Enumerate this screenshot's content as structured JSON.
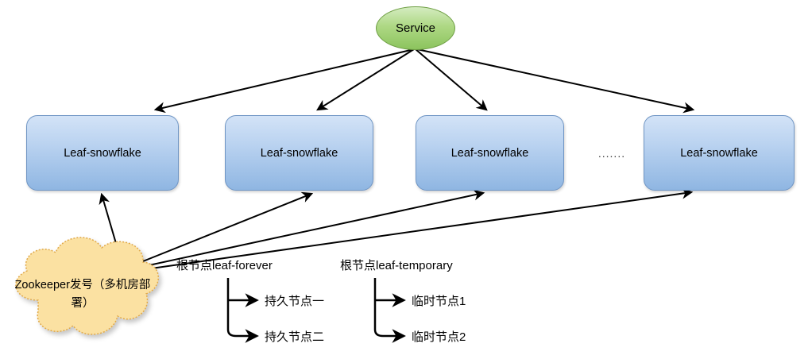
{
  "diagram": {
    "title_node": {
      "label": "Service",
      "shape": "ellipse",
      "color": "#a8d47c"
    },
    "leaf_nodes": [
      {
        "label": "Leaf-snowflake"
      },
      {
        "label": "Leaf-snowflake"
      },
      {
        "label": "Leaf-snowflake"
      },
      {
        "label": "Leaf-snowflake"
      }
    ],
    "ellipsis": ".......",
    "cloud": {
      "label": "Zookeeper发号（多机房部署）",
      "color": "#fbe0a0"
    },
    "trees": [
      {
        "root_label": "根节点leaf-forever",
        "children": [
          "持久节点一",
          "持久节点二"
        ]
      },
      {
        "root_label": "根节点leaf-temporary",
        "children": [
          "临时节点1",
          "临时节点2"
        ]
      }
    ]
  }
}
